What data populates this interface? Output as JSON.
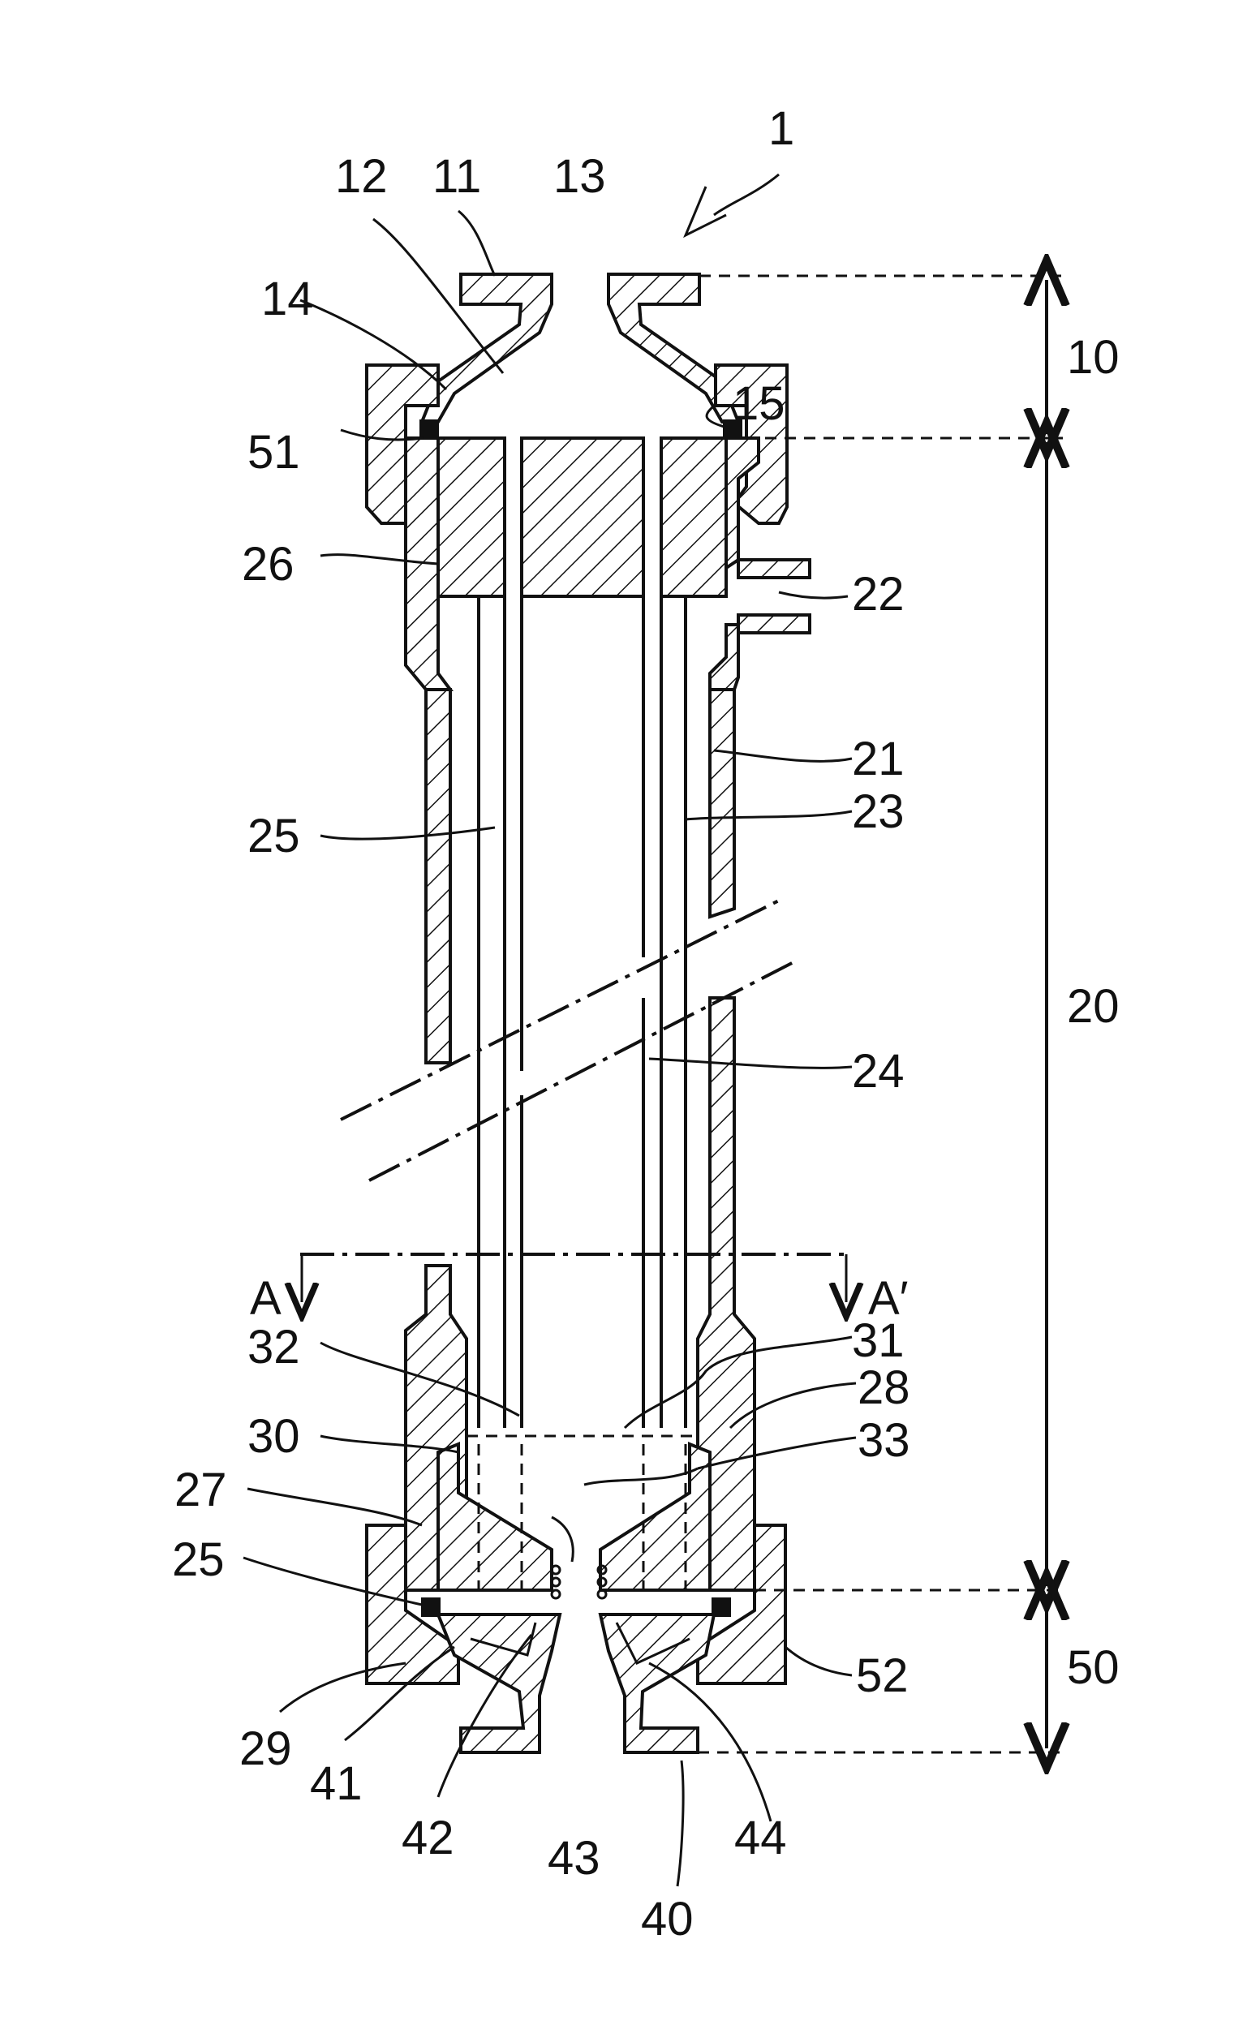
{
  "labels": {
    "n1": "1",
    "n10": "10",
    "n11": "11",
    "n12": "12",
    "n13": "13",
    "n14": "14",
    "n15": "15",
    "n20": "20",
    "n21": "21",
    "n22": "22",
    "n23": "23",
    "n24": "24",
    "n25a": "25",
    "n25b": "25",
    "n26": "26",
    "n27": "27",
    "n28": "28",
    "n29": "29",
    "n30": "30",
    "n31": "31",
    "n32": "32",
    "n33": "33",
    "n40": "40",
    "n41": "41",
    "n42": "42",
    "n43": "43",
    "n44": "44",
    "n50": "50",
    "n51": "51",
    "n52": "52",
    "sectA": "A",
    "sectA2": "A′"
  }
}
